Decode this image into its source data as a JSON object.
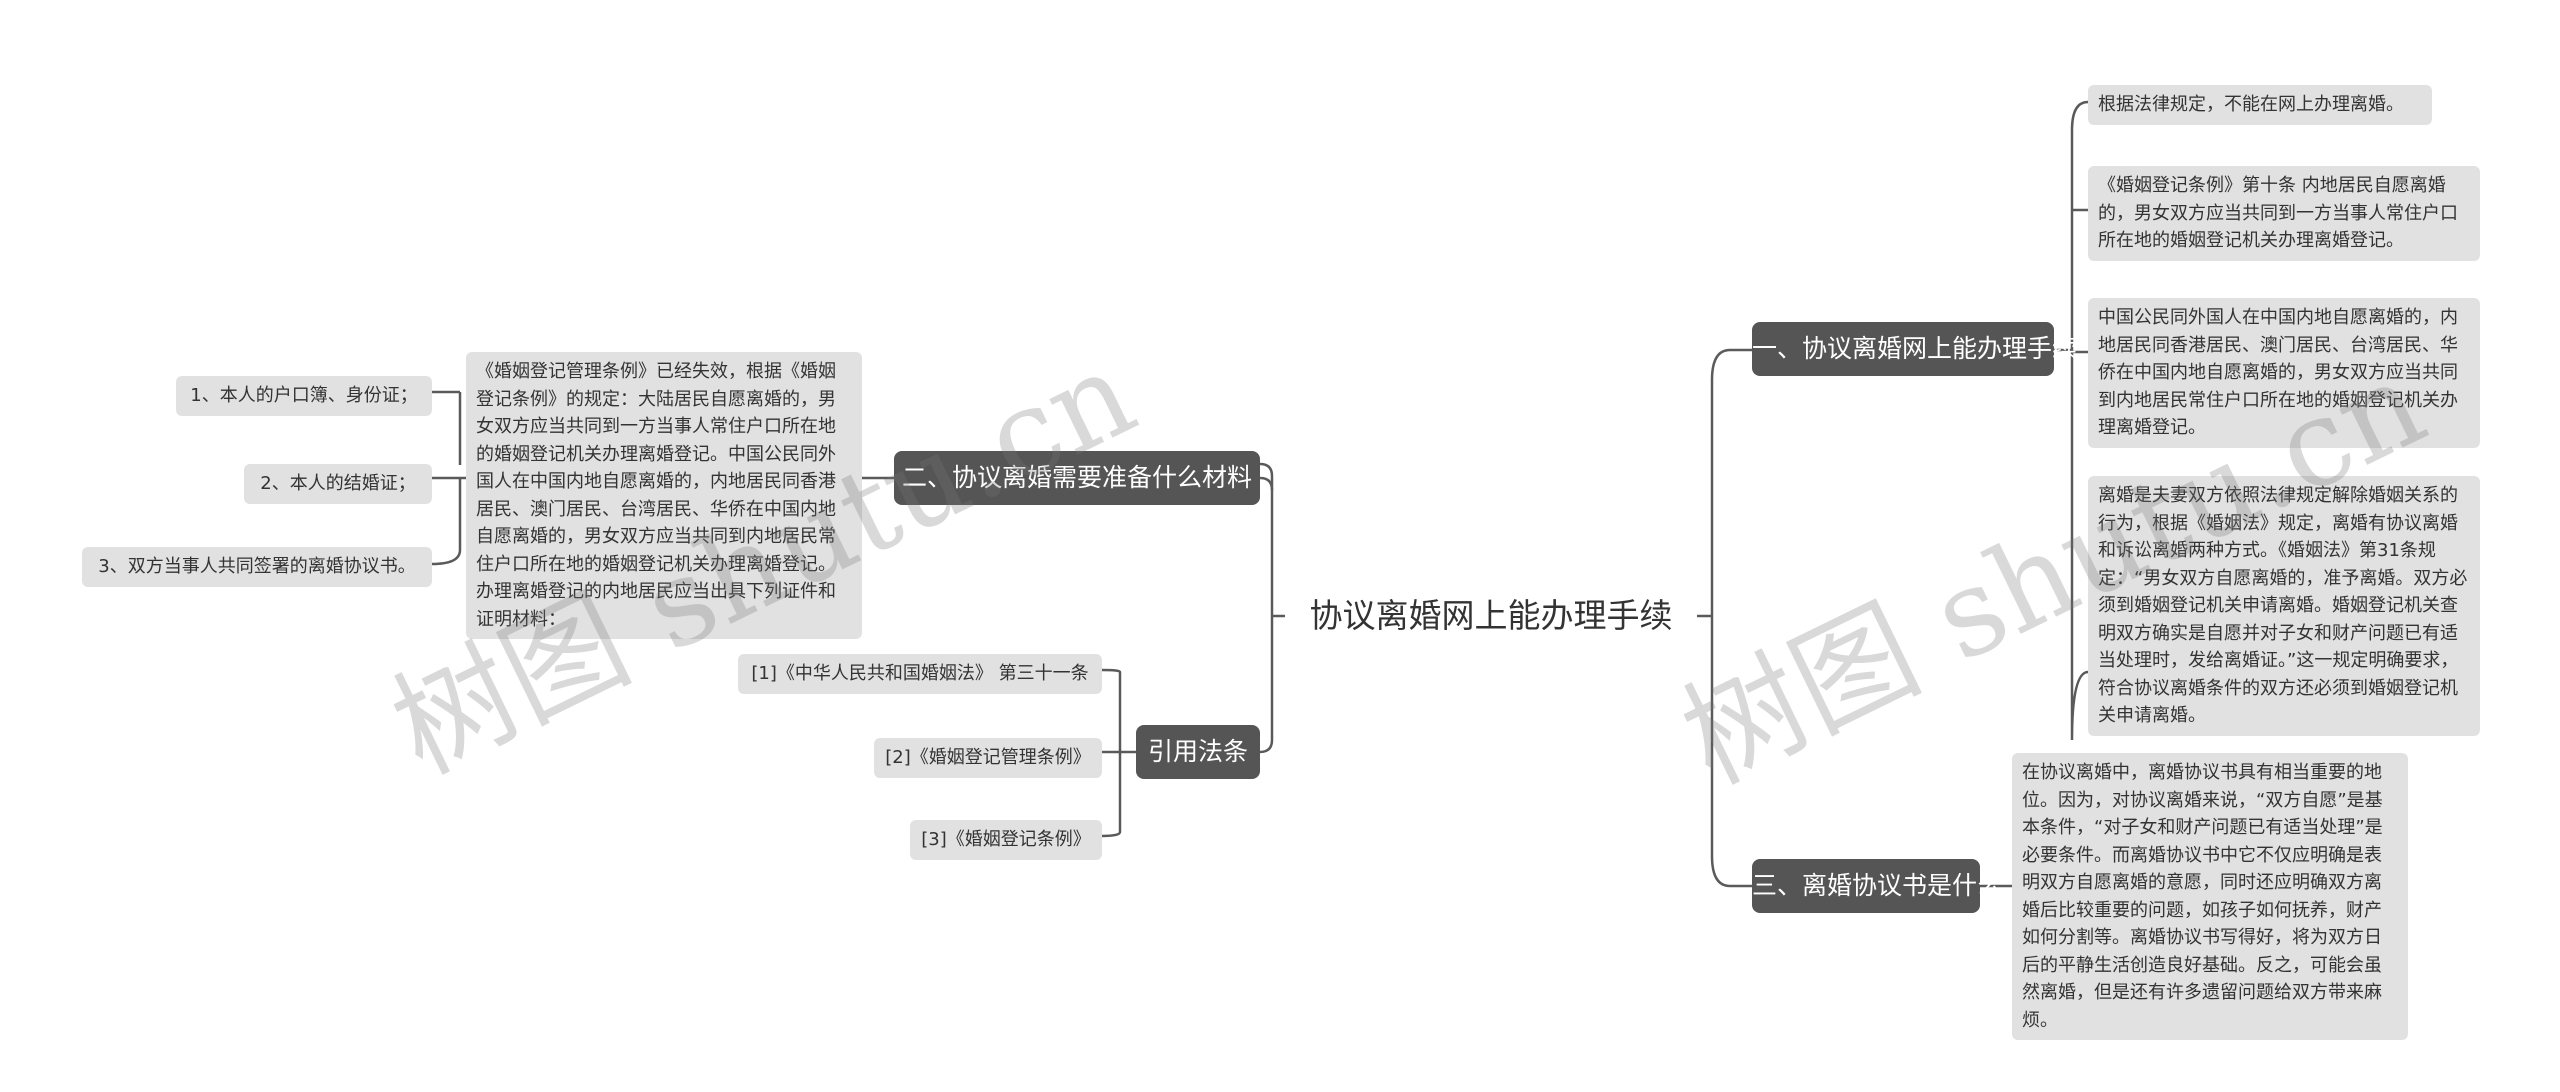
{
  "center": {
    "title": "协议离婚网上能办理手续"
  },
  "branches": {
    "online": {
      "label": "一、协议离婚网上能办理手续",
      "leaves": [
        "根据法律规定，不能在网上办理离婚。",
        "《婚姻登记条例》第十条 内地居民自愿离婚的，男女双方应当共同到一方当事人常住户口所在地的婚姻登记机关办理离婚登记。",
        "中国公民同外国人在中国内地自愿离婚的，内地居民同香港居民、澳门居民、台湾居民、华侨在中国内地自愿离婚的，男女双方应当共同到内地居民常住户口所在地的婚姻登记机关办理离婚登记。",
        "离婚是夫妻双方依照法律规定解除婚姻关系的行为，根据《婚姻法》规定，离婚有协议离婚和诉讼离婚两种方式。《婚姻法》第31条规定：“男女双方自愿离婚的，准予离婚。双方必须到婚姻登记机关申请离婚。婚姻登记机关查明双方确实是自愿并对子女和财产问题已有适当处理时，发给离婚证。”这一规定明确要求，符合协议离婚条件的双方还必须到婚姻登记机关申请离婚。"
      ]
    },
    "agreement": {
      "label": "三、离婚协议书是什么",
      "leaves": [
        "在协议离婚中，离婚协议书具有相当重要的地位。因为，对协议离婚来说，“双方自愿”是基本条件，“对子女和财产问题已有适当处理”是必要条件。而离婚协议书中它不仅应明确是表明双方自愿离婚的意愿，同时还应明确双方离婚后比较重要的问题，如孩子如何抚养，财产如何分割等。离婚协议书写得好，将为双方日后的平静生活创造良好基础。反之，可能会虽然离婚，但是还有许多遗留问题给双方带来麻烦。"
      ]
    },
    "materials": {
      "label": "二、协议离婚需要准备什么材料",
      "intro": "《婚姻登记管理条例》已经失效，根据《婚姻登记条例》的规定：大陆居民自愿离婚的，男女双方应当共同到一方当事人常住户口所在地的婚姻登记机关办理离婚登记。中国公民同外国人在中国内地自愿离婚的，内地居民同香港居民、澳门居民、台湾居民、华侨在中国内地自愿离婚的，男女双方应当共同到内地居民常住户口所在地的婚姻登记机关办理离婚登记。办理离婚登记的内地居民应当出具下列证件和证明材料：",
      "items": [
        "1、本人的户口簿、身份证；",
        "2、本人的结婚证；",
        "3、双方当事人共同签署的离婚协议书。"
      ]
    },
    "laws": {
      "label": "引用法条",
      "items": [
        "[1]《中华人民共和国婚姻法》 第三十一条",
        "[2]《婚姻登记管理条例》",
        "[3]《婚姻登记条例》"
      ]
    }
  },
  "watermarks": [
    "树图 shutu.cn",
    "树图 shutu.cn"
  ],
  "colors": {
    "branch_bg": "#555555",
    "leaf_bg": "#e1e1e1",
    "line": "#5a5a5a"
  }
}
